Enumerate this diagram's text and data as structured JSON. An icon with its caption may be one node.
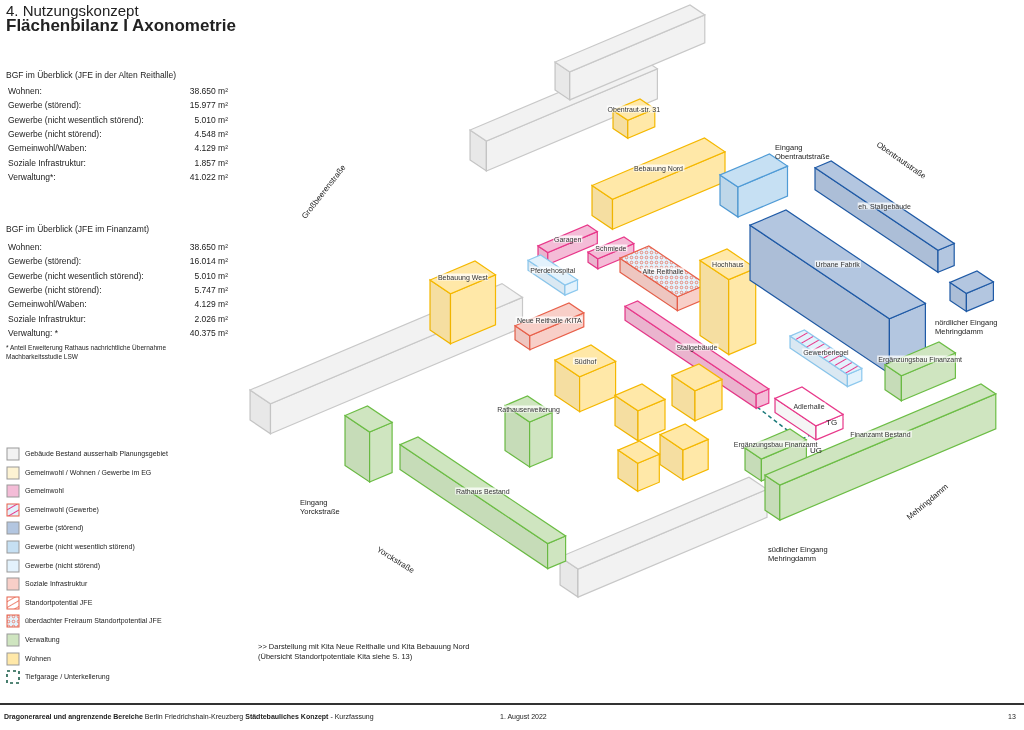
{
  "diagram": {
    "title": "Flächenbilanz I Axonometrie",
    "nodes": [
      {
        "text": [
          "Obentraut-str. 31"
        ]
      },
      {
        "text": [
          "Bebauung Nord"
        ]
      },
      {
        "text": [
          "Garagen"
        ]
      },
      {
        "text": [
          "Schmiede"
        ]
      },
      {
        "text": [
          "Pferdehospital"
        ]
      },
      {
        "text": [
          "Alte Reithalle"
        ]
      },
      {
        "text": [
          "Hochhaus"
        ]
      },
      {
        "text": [
          "Urbane Fabrik"
        ]
      },
      {
        "text": [
          "eh. Stallgebäude"
        ]
      },
      {
        "text": [
          "Gewerberiegel"
        ]
      },
      {
        "text": [
          "Bebauung West"
        ]
      },
      {
        "text": [
          "Neue Reithalle /KITA"
        ]
      },
      {
        "text": [
          "Südhof"
        ]
      },
      {
        "text": [
          "Stallgebäude"
        ]
      },
      {
        "text": [
          "Adlerhalle"
        ]
      },
      {
        "text": [
          "Rathaus Bestand"
        ]
      },
      {
        "text": [
          "Rathauserweiterung"
        ]
      },
      {
        "text": [
          "Ergänzungsbau Finanzamt"
        ]
      },
      {
        "text": [
          "Ergänzungsbau Finanzamt"
        ]
      },
      {
        "text": [
          "Finanzamt Bestand"
        ]
      },
      {
        "text": [],
        "shape": "cube"
      },
      {
        "text": [],
        "shape": "cube"
      },
      {
        "text": [],
        "shape": "cube"
      },
      {
        "text": [],
        "shape": "cube"
      },
      {
        "text": [],
        "shape": "cube"
      },
      {
        "text": [],
        "shape": "cube"
      },
      {
        "text": [],
        "shape": "cube"
      }
    ],
    "edges": [],
    "labels": [
      "4. Nutzungskonzept",
      "BGF im Überblick (JFE in der Alten Reithalle)",
      "Wohnen:",
      "38.650 m²",
      "Gewerbe (störend):",
      "15.977 m²",
      "Gewerbe (nicht wesentlich störend):",
      "5.010 m²",
      "Gewerbe (nicht störend):",
      "4.548 m²",
      "Gemeinwohl/Waben:",
      "4.129 m²",
      "Soziale Infrastruktur:",
      "1.857 m²",
      "Verwaltung*:",
      "41.022 m²",
      "BGF im Überblick (JFE im Finanzamt)",
      "Wohnen:",
      "38.650 m²",
      "Gewerbe (störend):",
      "16.014 m²",
      "Gewerbe (nicht wesentlich störend):",
      "5.010 m²",
      "Gewerbe (nicht störend):",
      "5.747 m²",
      "Gemeinwohl/Waben:",
      "4.129 m²",
      "Soziale Infrastruktur:",
      "2.026 m²",
      "Verwaltung: *",
      "40.375 m²",
      "* Anteil Erweiterung Rathaus nachrichtliche Übernahme Machbarkeitsstudie LSW",
      "Großbeerenstraße",
      "Eingang Obentrautstraße",
      "Obentrautstraße",
      "nördlicher Eingang Mehringdamm",
      "TG",
      "UG",
      "Eingang Yorckstraße",
      "Yorckstraße",
      "südlicher Eingang Mehringdamm",
      "Mehringdamm",
      ">> Darstellung mit Kita Neue Reithalle und Kita Bebauung Nord (Übersicht Standortpotentiale Kita siehe S. 13)",
      "**Dragonerareal und angrenzende Bereiche** Berlin Friedrichshain-Kreuzberg **Städtebauliches Konzept** - Kurzfassung",
      "1. August 2022",
      "13"
    ],
    "legend": [
      {
        "text": "Gebäude Bestand ausserhalb Planungsgebiet",
        "color": "#f2f2f2"
      },
      {
        "text": "Gemeinwohl / Wohnen / Gewerbe im EG",
        "color": "#fdf3d3"
      },
      {
        "text": "Gemeinwohl",
        "color": "#f4bcd7"
      },
      {
        "text": "Gemeinwohl (Gewerbe)"
      },
      {
        "text": "Gewerbe (störend)",
        "color": "#b3c6e0"
      },
      {
        "text": "Gewerbe (nicht wesentlich störend)",
        "color": "#c6e0f3"
      },
      {
        "text": "Gewerbe (nicht störend)",
        "color": "#e3f2fc"
      },
      {
        "text": "Soziale Infrastruktur",
        "color": "#f8cfc8"
      },
      {
        "text": "Standortpotential JFE"
      },
      {
        "text": "überdachter Freiraum Standortpotential JFE"
      },
      {
        "text": "Verwaltung",
        "color": "#cfe5c0"
      },
      {
        "text": "Wohnen",
        "color": "#ffe8a8"
      },
      {
        "text": "Tiefgarage / Unterkellerung"
      }
    ]
  }
}
